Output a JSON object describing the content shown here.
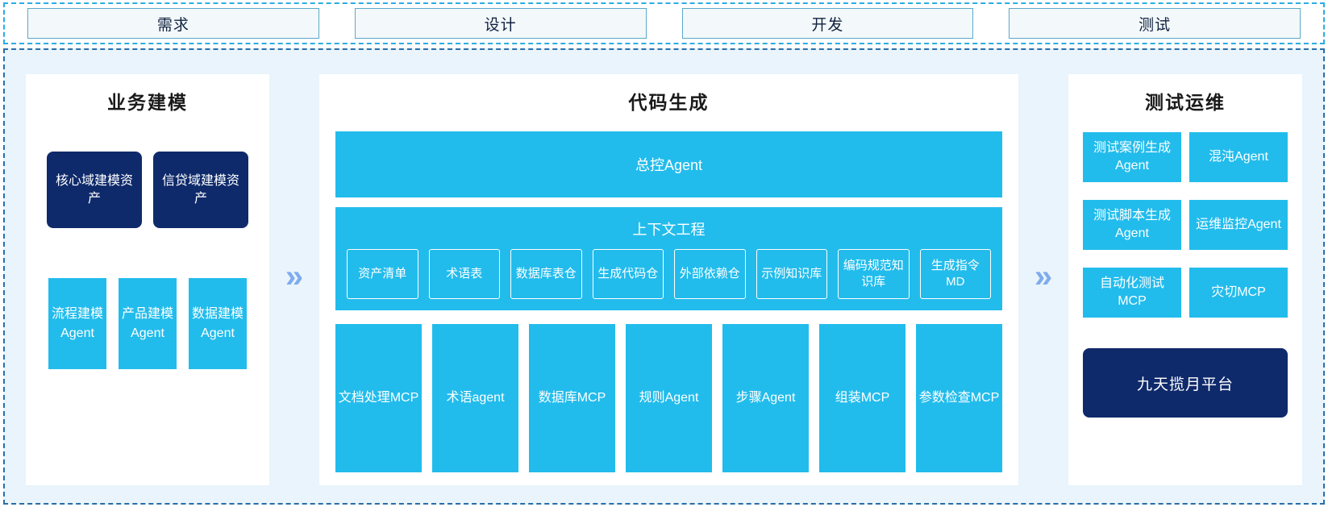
{
  "colors": {
    "accent_cyan": "#22bcec",
    "dark_navy": "#0f2a6b",
    "region_bg": "#e9f4fc",
    "dashed_border": "#2a6fa8",
    "tab_border": "#5aa9c9",
    "arrow": "#7fabee"
  },
  "phases": {
    "tabs": [
      {
        "label": "需求"
      },
      {
        "label": "设计"
      },
      {
        "label": "开发"
      },
      {
        "label": "测试"
      }
    ]
  },
  "arrows": {
    "glyph": "»",
    "icon_name": "double-chevron-right-icon"
  },
  "left_panel": {
    "title": "业务建模",
    "assets": [
      {
        "label": "核心域建模资产"
      },
      {
        "label": "信贷域建模资产"
      }
    ],
    "agents": [
      {
        "label": "流程建模Agent"
      },
      {
        "label": "产品建模Agent"
      },
      {
        "label": "数据建模Agent"
      }
    ]
  },
  "center_panel": {
    "title": "代码生成",
    "master_agent": "总控Agent",
    "context": {
      "title": "上下文工程",
      "items": [
        {
          "label": "资产清单"
        },
        {
          "label": "术语表"
        },
        {
          "label": "数据库表仓"
        },
        {
          "label": "生成代码仓"
        },
        {
          "label": "外部依赖仓"
        },
        {
          "label": "示例知识库"
        },
        {
          "label": "编码规范知识库"
        },
        {
          "label": "生成指令MD"
        }
      ]
    },
    "tools": [
      {
        "label": "文档处理MCP"
      },
      {
        "label": "术语agent"
      },
      {
        "label": "数据库MCP"
      },
      {
        "label": "规则Agent"
      },
      {
        "label": "步骤Agent"
      },
      {
        "label": "组装MCP"
      },
      {
        "label": "参数检查MCP"
      }
    ]
  },
  "right_panel": {
    "title": "测试运维",
    "cards": [
      {
        "label": "测试案例生成Agent"
      },
      {
        "label": "混沌Agent"
      },
      {
        "label": "测试脚本生成Agent"
      },
      {
        "label": "运维监控Agent"
      },
      {
        "label": "自动化测试MCP"
      },
      {
        "label": "灾切MCP"
      }
    ],
    "platform": "九天揽月平台"
  }
}
